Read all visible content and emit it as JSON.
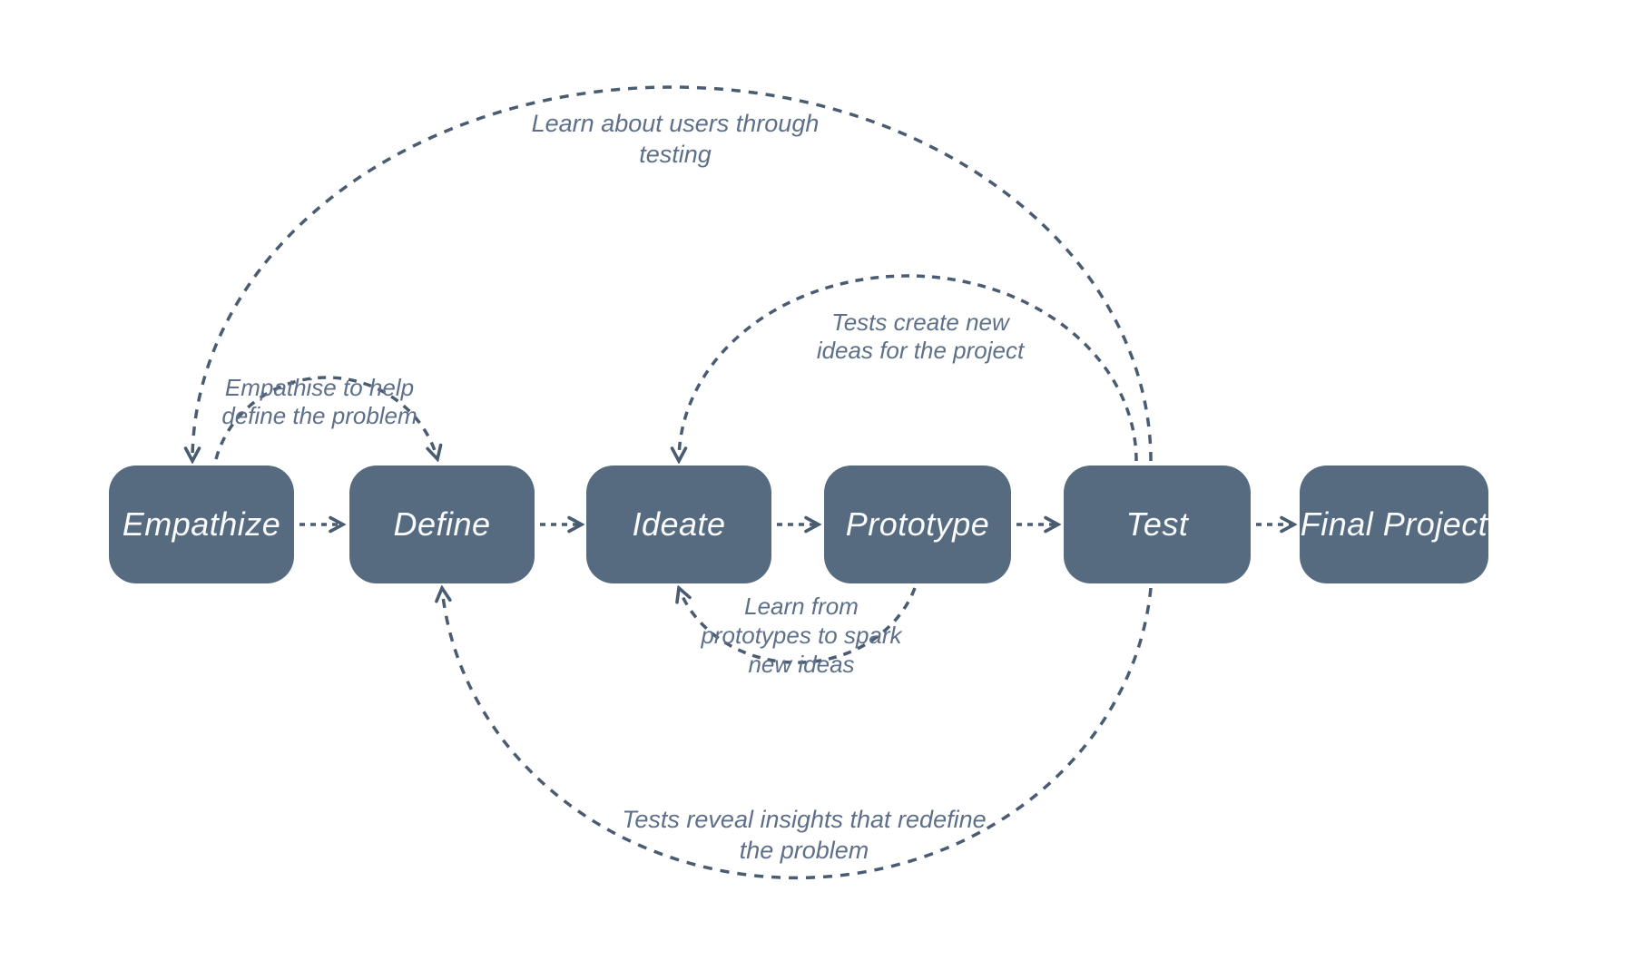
{
  "diagram_title": "Design Thinking process flow",
  "colors": {
    "background": "#ffffff",
    "node_fill": "#576b80",
    "node_text": "#fafbfc",
    "line": "#4a5c72",
    "annotation_text": "#5e7089"
  },
  "nodes": [
    {
      "label": "Empathize"
    },
    {
      "label": "Define"
    },
    {
      "label": "Ideate"
    },
    {
      "label": "Prototype"
    },
    {
      "label": "Test"
    },
    {
      "label": "Final Project"
    }
  ],
  "flow_edges": [
    {
      "from": "Empathize",
      "to": "Define"
    },
    {
      "from": "Define",
      "to": "Ideate"
    },
    {
      "from": "Ideate",
      "to": "Prototype"
    },
    {
      "from": "Prototype",
      "to": "Test"
    },
    {
      "from": "Test",
      "to": "Final Project"
    }
  ],
  "loops": [
    {
      "label": "Learn about users through\ntesting",
      "from": "Test",
      "to": "Empathize"
    },
    {
      "label": "Empathise to help\ndefine the problem",
      "from": "Empathize",
      "to": "Define"
    },
    {
      "label": "Tests create new\nideas for the project",
      "from": "Test",
      "to": "Ideate"
    },
    {
      "label": "Learn from\nprototypes to spark\nnew ideas",
      "from": "Prototype",
      "to": "Ideate"
    },
    {
      "label": "Tests reveal insights that redefine\nthe problem",
      "from": "Test",
      "to": "Define"
    }
  ]
}
